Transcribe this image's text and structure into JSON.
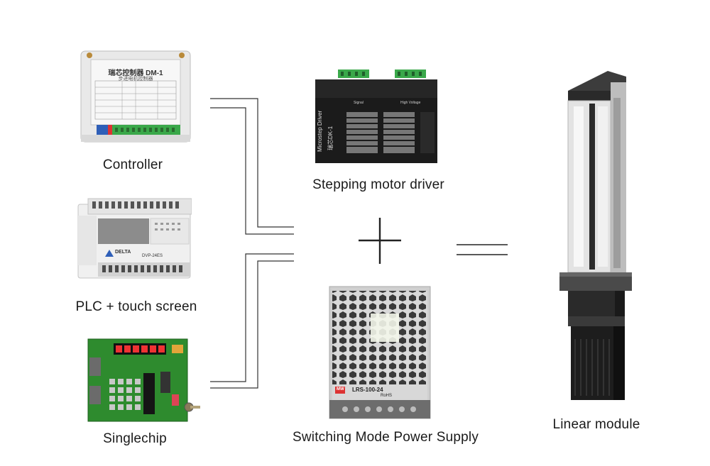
{
  "inputs": {
    "controller": {
      "label": "Controller",
      "device_title": "瑞芯控制器 DM-1",
      "device_subtitle": "步进电机控制器"
    },
    "plc": {
      "label": "PLC + touch screen",
      "brand": "DELTA",
      "model": "DVP-24ES"
    },
    "singlechip": {
      "label": "Singlechip"
    }
  },
  "center": {
    "driver": {
      "label": "Stepping motor driver",
      "device_text": "Microstep Driver",
      "device_model": "瑞芯DK-1",
      "signal_text": "Signal",
      "high_voltage_text": "High Voltage"
    },
    "power": {
      "label": "Switching Mode Power Supply",
      "model": "LRS-100-24",
      "rohs": "RoHS",
      "brand": "MW"
    }
  },
  "output": {
    "linear": {
      "label": "Linear module"
    }
  },
  "colors": {
    "line": "#333333",
    "pcb_green": "#2e8b2e",
    "terminal_green": "#3aa84a",
    "aluminium": "#d8d8d8",
    "dark": "#1b1b1b"
  }
}
